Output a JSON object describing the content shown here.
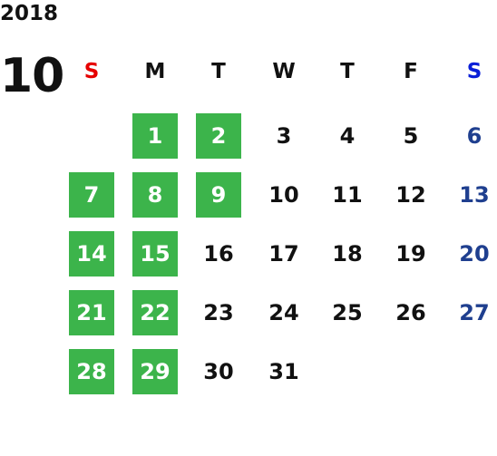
{
  "calendar": {
    "year": "2018",
    "month": "10",
    "weekdays": [
      "S",
      "M",
      "T",
      "W",
      "T",
      "F",
      "S"
    ],
    "days": [
      {
        "label": "1",
        "col": 1,
        "row": 0,
        "highlight": true
      },
      {
        "label": "2",
        "col": 2,
        "row": 0,
        "highlight": true
      },
      {
        "label": "3",
        "col": 3,
        "row": 0,
        "highlight": false
      },
      {
        "label": "4",
        "col": 4,
        "row": 0,
        "highlight": false
      },
      {
        "label": "5",
        "col": 5,
        "row": 0,
        "highlight": false
      },
      {
        "label": "6",
        "col": 6,
        "row": 0,
        "highlight": false
      },
      {
        "label": "7",
        "col": 0,
        "row": 1,
        "highlight": true
      },
      {
        "label": "8",
        "col": 1,
        "row": 1,
        "highlight": true
      },
      {
        "label": "9",
        "col": 2,
        "row": 1,
        "highlight": true
      },
      {
        "label": "10",
        "col": 3,
        "row": 1,
        "highlight": false
      },
      {
        "label": "11",
        "col": 4,
        "row": 1,
        "highlight": false
      },
      {
        "label": "12",
        "col": 5,
        "row": 1,
        "highlight": false
      },
      {
        "label": "13",
        "col": 6,
        "row": 1,
        "highlight": false
      },
      {
        "label": "14",
        "col": 0,
        "row": 2,
        "highlight": true
      },
      {
        "label": "15",
        "col": 1,
        "row": 2,
        "highlight": true
      },
      {
        "label": "16",
        "col": 2,
        "row": 2,
        "highlight": false
      },
      {
        "label": "17",
        "col": 3,
        "row": 2,
        "highlight": false
      },
      {
        "label": "18",
        "col": 4,
        "row": 2,
        "highlight": false
      },
      {
        "label": "19",
        "col": 5,
        "row": 2,
        "highlight": false
      },
      {
        "label": "20",
        "col": 6,
        "row": 2,
        "highlight": false
      },
      {
        "label": "21",
        "col": 0,
        "row": 3,
        "highlight": true
      },
      {
        "label": "22",
        "col": 1,
        "row": 3,
        "highlight": true
      },
      {
        "label": "23",
        "col": 2,
        "row": 3,
        "highlight": false
      },
      {
        "label": "24",
        "col": 3,
        "row": 3,
        "highlight": false
      },
      {
        "label": "25",
        "col": 4,
        "row": 3,
        "highlight": false
      },
      {
        "label": "26",
        "col": 5,
        "row": 3,
        "highlight": false
      },
      {
        "label": "27",
        "col": 6,
        "row": 3,
        "highlight": false
      },
      {
        "label": "28",
        "col": 0,
        "row": 4,
        "highlight": true
      },
      {
        "label": "29",
        "col": 1,
        "row": 4,
        "highlight": true
      },
      {
        "label": "30",
        "col": 2,
        "row": 4,
        "highlight": false
      },
      {
        "label": "31",
        "col": 3,
        "row": 4,
        "highlight": false
      }
    ]
  },
  "colors": {
    "highlight": "#3cb44b",
    "sunday_header": "#e60000",
    "saturday_header": "#0a1fd8",
    "saturday_day": "#1f3f8f",
    "text": "#111111"
  }
}
